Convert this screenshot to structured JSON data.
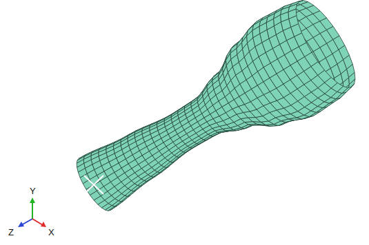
{
  "diagram": {
    "labels": [
      "Y",
      "Z",
      "X"
    ]
  }
}
